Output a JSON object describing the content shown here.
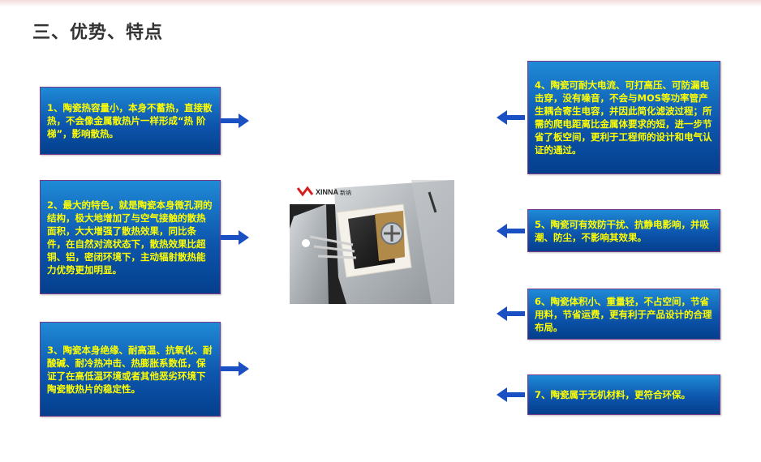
{
  "slide": {
    "title": "三、优势、特点"
  },
  "left_points": [
    {
      "text": "1、陶瓷热容量小，本身不蓄热，直接散热，不会像金属散热片一样形成“热 阶梯”，影响散热。"
    },
    {
      "text": "2、最大的特色，就是陶瓷本身微孔洞的结构，极大地增加了与空气接触的散热面积，大大增强了散热效果，同比条件，在自然对流状态下，散热效果比超铜、铝，密闭环境下，主动辐射散热能力优势更加明显。"
    },
    {
      "text": "3、陶瓷本身绝缘、耐高温、抗氧化、耐酸碱、耐冷热冲击、热膨胀系数低，保证了在高低温环境或者其他恶劣环境下陶瓷散热片的稳定性。"
    }
  ],
  "right_points": [
    {
      "text": "4、陶瓷可耐大电流、可打高压、可防漏电击穿，没有噪音，不会与MOS等功率管产生耦合寄生电容，并因此简化滤波过程；所需的爬电距离比金属体要求的短，进一步节省了板空间，更利于工程师的设计和电气认证的通过。"
    },
    {
      "text": "5、陶瓷可有效防干扰、抗静电影响，并吸潮、防尘，不影响其效果。"
    },
    {
      "text": "6、陶瓷体积小、重量轻，不占空间，节省用料，节省运费，更有利于产品设计的合理布局。"
    },
    {
      "text": "7、陶瓷属于无机材料，更符合环保。"
    }
  ],
  "photo": {
    "brand": "XINNA",
    "brand_cn": "新纳"
  },
  "colors": {
    "box_top": "#1f8ad6",
    "box_bottom": "#043f8c",
    "box_text": "#ffff00",
    "box_border": "#7a3a8a",
    "arrow": "#1b4fc4"
  }
}
